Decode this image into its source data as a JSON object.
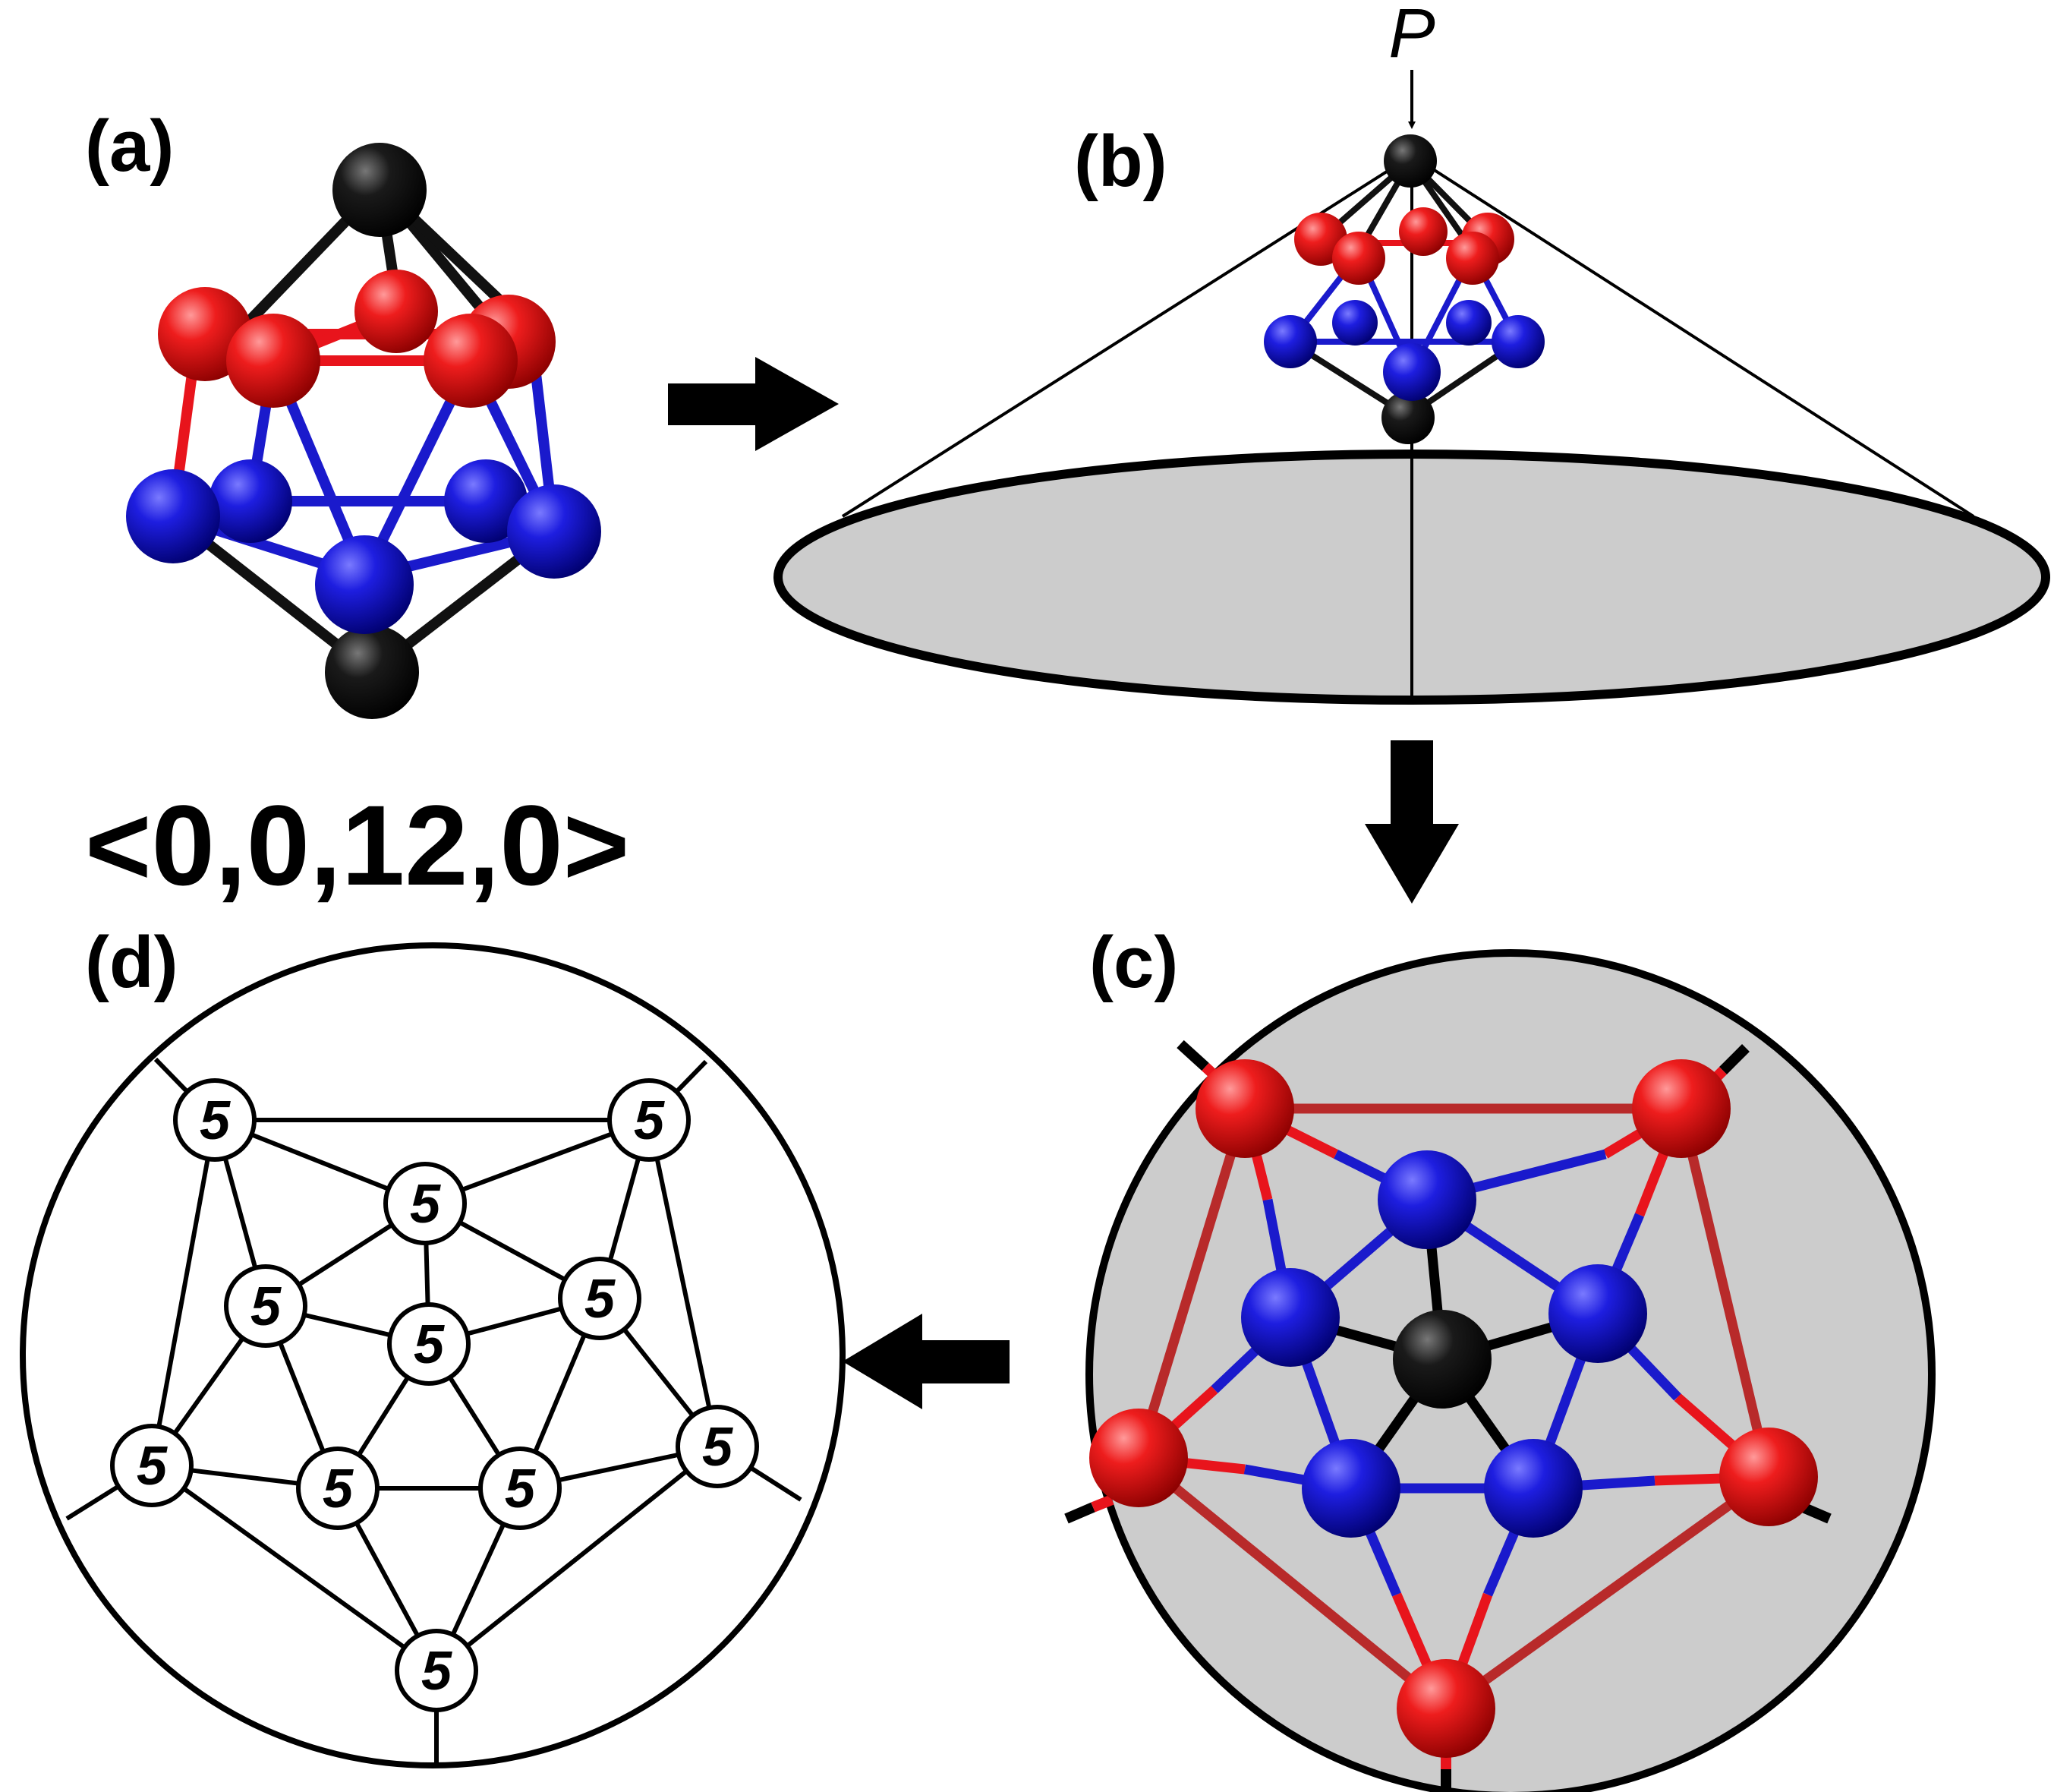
{
  "panels": {
    "a": "(a)",
    "b": "(b)",
    "c": "(c)",
    "d": "(d)"
  },
  "projection_point": "P",
  "cluster_index": "<0,0,12,0>",
  "node_label": "5",
  "colors": {
    "top_ring": "#e8141c",
    "bottom_ring": "#1a1acc",
    "apex": "#111111",
    "projection_plane": "#cccccc",
    "outline": "#000000"
  }
}
